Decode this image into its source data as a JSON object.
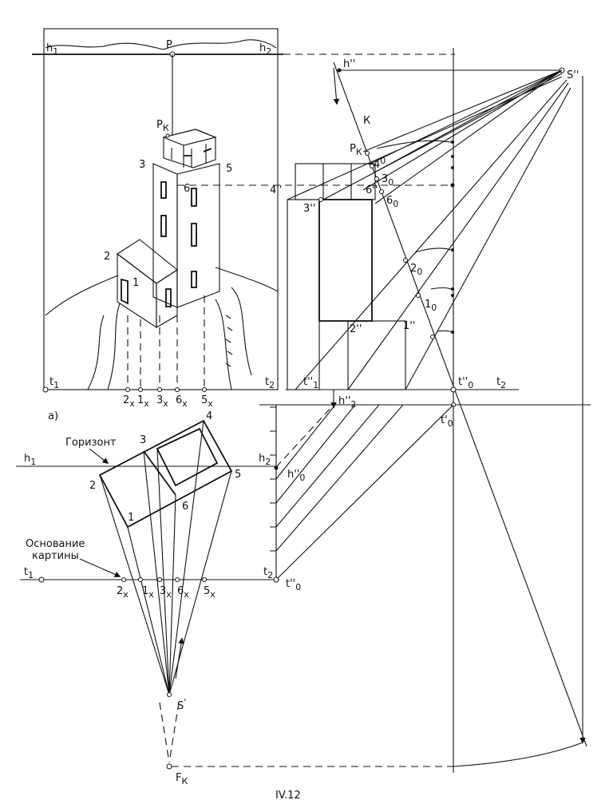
{
  "figure_label": "IV.12",
  "panel_label": "а)",
  "horizon_caption": "Горизонт",
  "picture_base_caption": [
    "Основание",
    "картины"
  ],
  "persp_labels": {
    "h1": "h",
    "h1_sub": "1",
    "h2": "h",
    "h2_sub": "2",
    "P": "P",
    "Pk": "P",
    "Pk_sub": "К",
    "n2": "2",
    "n3": "3",
    "n5": "5",
    "n6": "6",
    "n1": "1",
    "t1": "t",
    "t1_sub": "1",
    "t2": "t",
    "t2_sub": "2"
  },
  "base_ticks": [
    {
      "main": "2",
      "sub": "х"
    },
    {
      "main": "1",
      "sub": "х"
    },
    {
      "main": "3",
      "sub": "х"
    },
    {
      "main": "6",
      "sub": "х"
    },
    {
      "main": "5",
      "sub": "х"
    }
  ],
  "elev_labels": {
    "h": "h''",
    "S": "S''",
    "K": "К",
    "Pk": "P",
    "Pk_sub": "К",
    "n4s": "4''",
    "n3s": "3''",
    "n6s": "6''",
    "n2s": "2''",
    "n1s": "1''",
    "n4": "4",
    "n4_sup": "0",
    "n3": "3",
    "n3_sub": "0",
    "n6": "6",
    "n6_sub": "0",
    "n2": "2",
    "n2_sub": "0",
    "n1": "1",
    "n1_sub": "0",
    "t1s": "t''",
    "t1s_sub": "1",
    "t0s": "t''",
    "t0s_sub": "0",
    "t2": "t",
    "t2_sub": "2",
    "h2s": "h''",
    "h2s_sub": "2",
    "t0p": "t'",
    "t0p_sub": "0"
  },
  "plan_labels": {
    "h1": "h",
    "h1_sub": "1",
    "h2": "h",
    "h2_sub": "2",
    "h0s": "h''",
    "h0s_sub": "0",
    "n1": "1",
    "n2": "2",
    "n3": "3",
    "n4": "4",
    "n5": "5",
    "n6": "6",
    "t1": "t",
    "t1_sub": "1",
    "t2": "t",
    "t2_sub": "2",
    "t0s": "t''",
    "t0s_sub": "0",
    "S": "S",
    "S_sup": "'",
    "Fk": "F",
    "Fk_sub": "К"
  }
}
